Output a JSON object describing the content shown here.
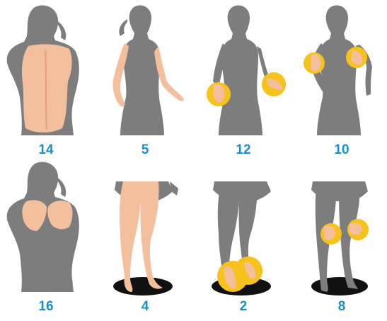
{
  "colors": {
    "silhouette": "#7d7d7d",
    "skin": "#f4bf9c",
    "skin_shade": "#e3a07b",
    "highlight": "#f6c21b",
    "number": "#1a8fd0",
    "floor": "#111111"
  },
  "panels": [
    {
      "id": "back",
      "count": "14",
      "view": "upper-body-back",
      "highlighted_area": "back"
    },
    {
      "id": "arms",
      "count": "5",
      "view": "full-torso",
      "highlighted_area": "arms"
    },
    {
      "id": "hands",
      "count": "12",
      "view": "full-torso",
      "highlighted_area": "hands"
    },
    {
      "id": "elbows",
      "count": "10",
      "view": "full-torso",
      "highlighted_area": "elbows"
    },
    {
      "id": "shoulders",
      "count": "16",
      "view": "upper-body-back",
      "highlighted_area": "shoulders"
    },
    {
      "id": "legs",
      "count": "4",
      "view": "lower-body",
      "highlighted_area": "legs"
    },
    {
      "id": "feet",
      "count": "2",
      "view": "lower-body",
      "highlighted_area": "feet"
    },
    {
      "id": "knees",
      "count": "8",
      "view": "lower-body",
      "highlighted_area": "knees"
    }
  ]
}
